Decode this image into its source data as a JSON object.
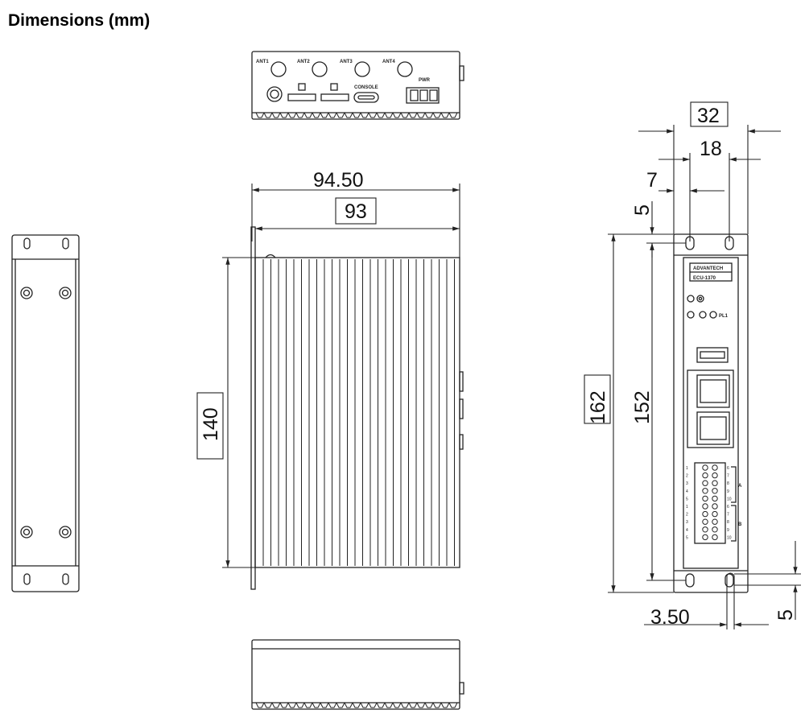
{
  "title": "Dimensions (mm)",
  "colors": {
    "line": "#222222",
    "background": "#ffffff"
  },
  "dimensions": {
    "width_outer": "94.50",
    "width_body": "93",
    "height_body": "140",
    "height_total": "162",
    "hole_pitch": "152",
    "depth": "32",
    "hole_spacing": "18",
    "hole_offset": "7",
    "top_margin": "5",
    "bracket_thickness": "3.50",
    "bottom_margin": "5"
  },
  "front_panel": {
    "antenna_labels": [
      "ANT1",
      "ANT2",
      "ANT3",
      "ANT4"
    ],
    "console_label": "CONSOLE",
    "power_label": "PWR"
  },
  "side_panel": {
    "brand": "ADVANTECH",
    "model": "ECU-1370",
    "led_label": "PL1",
    "terminal_left": [
      "1",
      "2",
      "3",
      "4",
      "5",
      "1",
      "2",
      "3",
      "4",
      "5"
    ],
    "terminal_right": [
      "6",
      "7",
      "8",
      "9",
      "10",
      "6",
      "7",
      "8",
      "9",
      "10"
    ],
    "group_a": "A",
    "group_b": "B"
  }
}
